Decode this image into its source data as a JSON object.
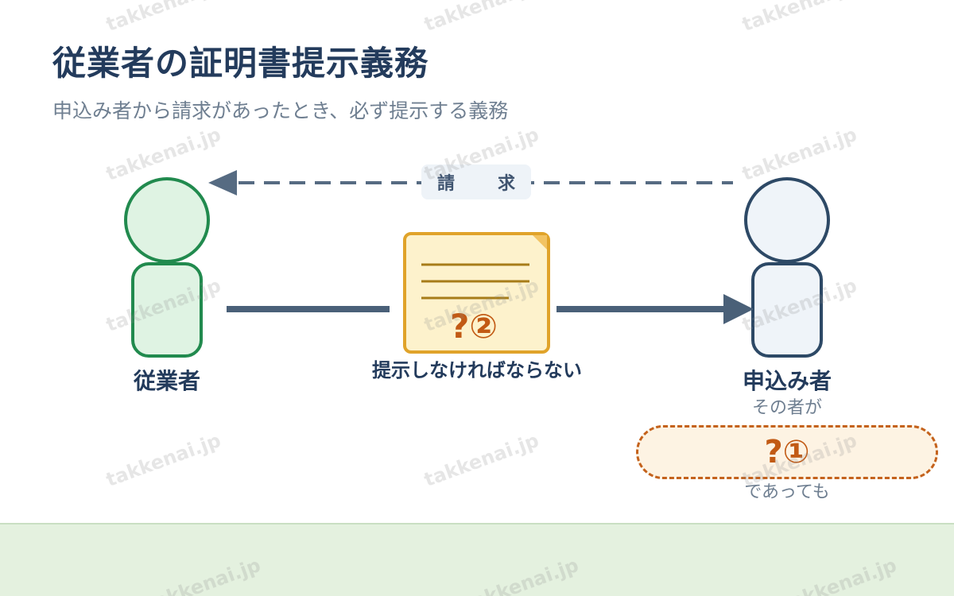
{
  "title": "従業者の証明書提示義務",
  "subtitle": "申込み者から請求があったとき、必ず提示する義務",
  "request_label": "請　求",
  "employee_label": "従業者",
  "applicant_label": "申込み者",
  "duty_label": "提示しなければならない",
  "blank_doc": "?②",
  "applicant_note_before": "その者が",
  "blank_applicant": "?①",
  "applicant_note_after": "であっても",
  "watermark": "takkenai.jp",
  "colors": {
    "employee_stroke": "#218a4e",
    "employee_fill": "#dff3e3",
    "applicant_stroke": "#2d4966",
    "applicant_fill": "#eff4f9",
    "arrow": "#566b82",
    "doc_stroke": "#e0a32a",
    "doc_fill": "#fdf2cc",
    "blank_text": "#c25a14"
  }
}
